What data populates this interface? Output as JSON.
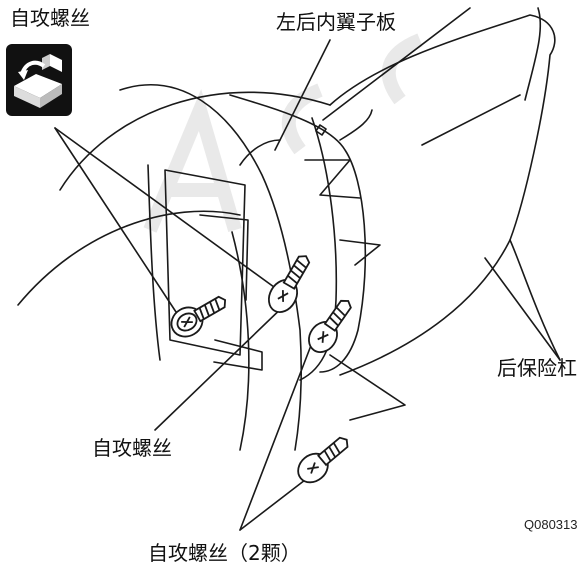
{
  "labels": {
    "top_left_screw": "自攻螺丝",
    "inner_fender": "左后内翼子板",
    "rear_bumper": "后保险杠",
    "middle_screw": "自攻螺丝",
    "bottom_screws": "自攻螺丝（2颗）",
    "figure_code": "Q080313"
  },
  "icon": {
    "name": "self-tapping-screw-tool-icon"
  },
  "colors": {
    "line": "#1a1a1a",
    "watermark": "#eeeeee",
    "icon_bg": "#111111"
  }
}
